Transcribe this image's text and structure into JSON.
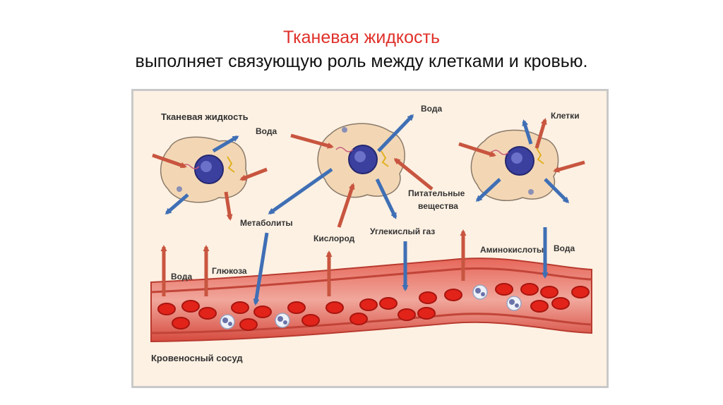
{
  "title": {
    "line1": "Тканевая жидкость",
    "line2": "выполняет связующую роль между клетками и кровью."
  },
  "labels": {
    "tissue_fluid": "Тканевая жидкость",
    "water_left_cell": "Вода",
    "water_top": "Вода",
    "cells": "Клетки",
    "nutrients_1": "Питательные",
    "nutrients_2": "вещества",
    "metabolites": "Метаболиты",
    "oxygen": "Кислород",
    "co2": "Углекислый газ",
    "amino_acids": "Аминокислоты",
    "water_right": "Вода",
    "water_bottom_left": "Вода",
    "glucose": "Глюкоза",
    "vessel": "Кровеносный сосуд"
  },
  "colors": {
    "title_accent": "#e0302a",
    "arrow_red": "#c8553f",
    "arrow_blue": "#3f6fb5",
    "cell_fill": "#f3d7b5",
    "nucleus": "#3b3f9e",
    "vessel": "#d64a3e",
    "rbc": "#e2231a"
  }
}
